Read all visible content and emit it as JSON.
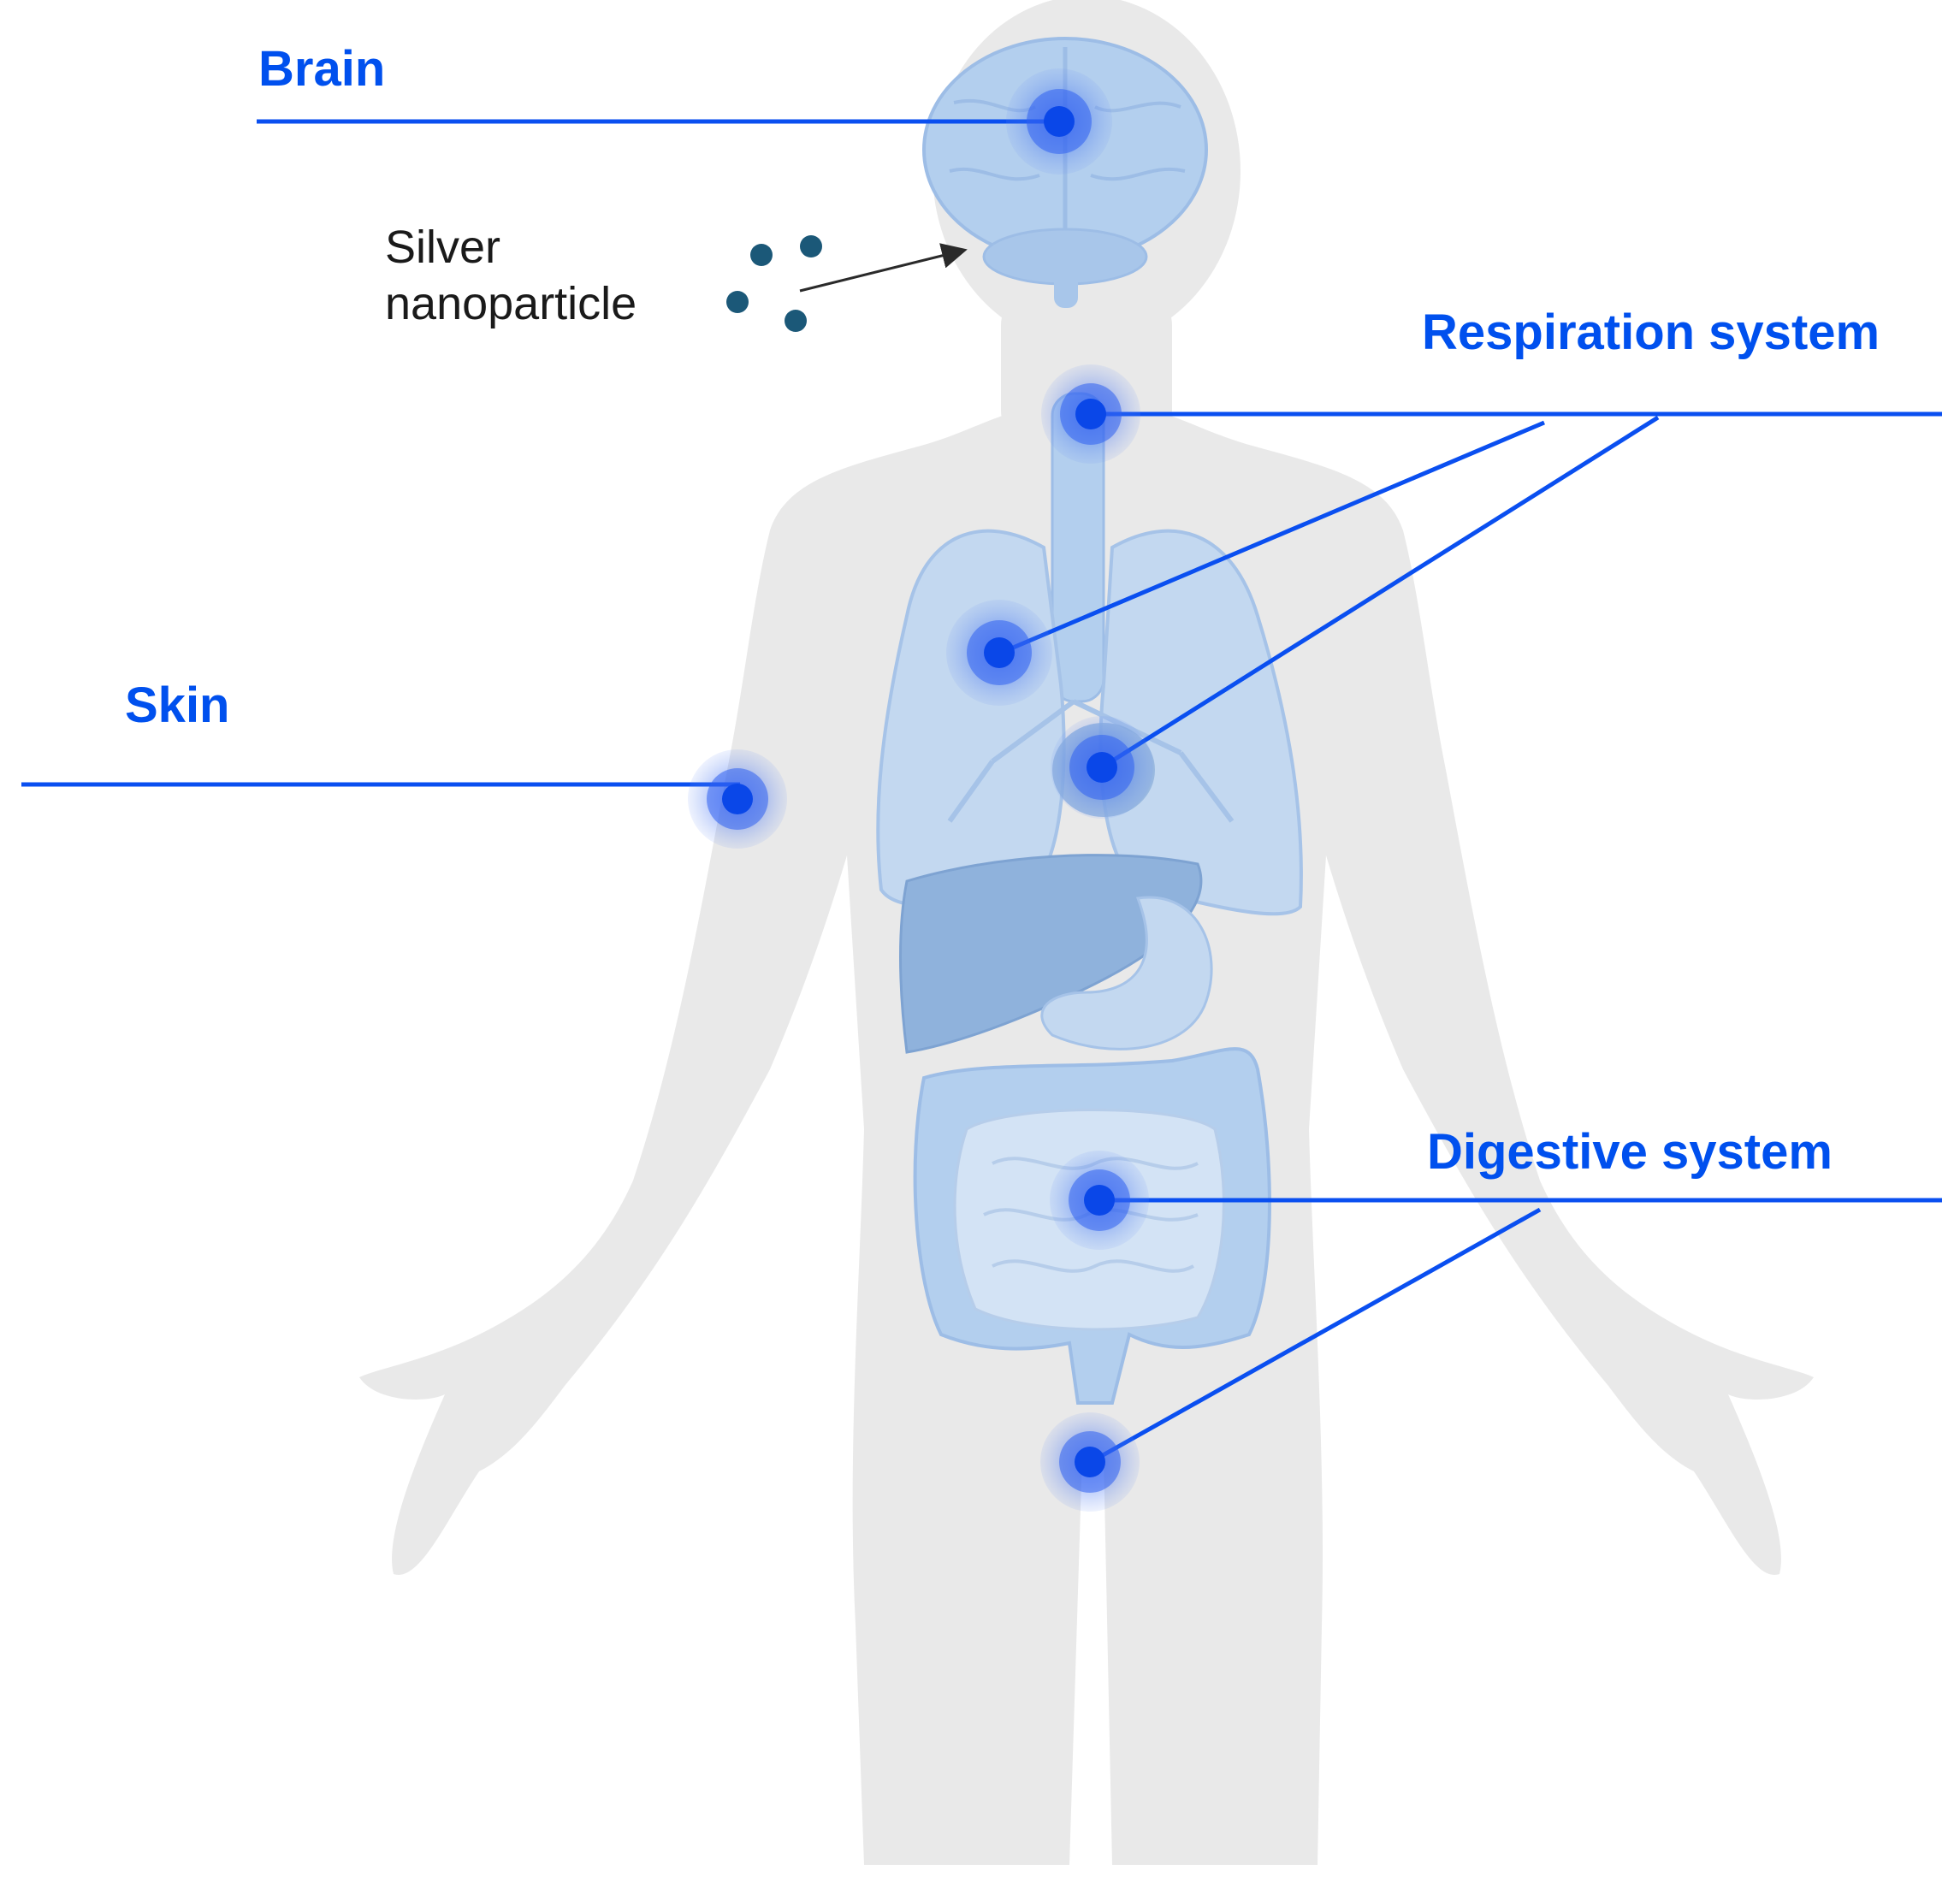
{
  "labels": {
    "brain": "Brain",
    "respiration": "Respiration system",
    "skin": "Skin",
    "digestive": "Digestive system"
  },
  "nanoparticle": {
    "line1": "Silver",
    "line2": "nanoparticle"
  },
  "colors": {
    "label_blue": "#0050ee",
    "leader_line": "#0a4ff0",
    "marker_core": "#0a47e8",
    "body_silhouette": "#e8e8e8",
    "organ_fill": "#b3cfee",
    "liver_fill": "#8fb2dc",
    "particle": "#1b5878",
    "arrow": "#2a2a2a"
  }
}
